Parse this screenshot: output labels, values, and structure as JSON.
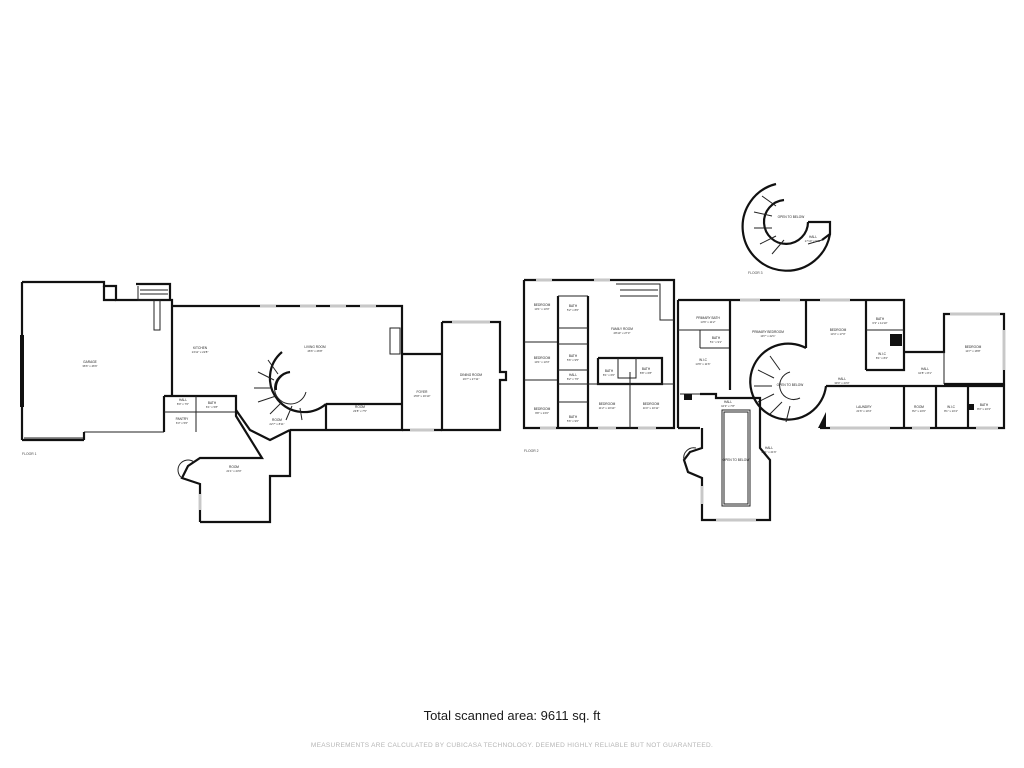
{
  "floors": [
    "FLOOR 1",
    "FLOOR 2",
    "FLOOR 3"
  ],
  "rooms": {
    "garage": {
      "name": "GARAGE",
      "dim": "36'6\" x 46'6\""
    },
    "kitchen": {
      "name": "KITCHEN",
      "dim": "13'11\" x 22'8\""
    },
    "living_room": {
      "name": "LIVING ROOM",
      "dim": "46'6\" x 26'8\""
    },
    "hall_f1": {
      "name": "HALL",
      "dim": "8'0\" x 7'0\""
    },
    "bath_f1": {
      "name": "BATH",
      "dim": "6'1\" x 5'8\""
    },
    "pantry": {
      "name": "PANTRY",
      "dim": "6'3\" x 5'6\""
    },
    "room_stair": {
      "name": "ROOM",
      "dim": "22'7\" x 8'11\""
    },
    "room_f1": {
      "name": "ROOM",
      "dim": "23'8\" x 7'5\""
    },
    "room_south": {
      "name": "ROOM",
      "dim": "21'1\" x 23'0\""
    },
    "foyer": {
      "name": "FOYER",
      "dim": "15'8\" x 16'10\""
    },
    "dining_room": {
      "name": "DINING ROOM",
      "dim": "16'7\" x 27'11\""
    },
    "bedroom_nw": {
      "name": "BEDROOM",
      "dim": "10'1\" x 13'0\""
    },
    "bath_nw": {
      "name": "BATH",
      "dim": "5'2\" x 8'6\""
    },
    "bedroom_w": {
      "name": "BEDROOM",
      "dim": "10'1\" x 13'3\""
    },
    "bath_w": {
      "name": "BATH",
      "dim": "5'6\" x 9'5\""
    },
    "hall_f2a": {
      "name": "HALL",
      "dim": "8'2\" x 7'6\""
    },
    "bedroom_sw": {
      "name": "BEDROOM",
      "dim": "9'8\" x 13'0\""
    },
    "bath_sw": {
      "name": "BATH",
      "dim": "5'6\" x 9'0\""
    },
    "family_room": {
      "name": "FAMILY ROOM",
      "dim": "28'10\" x 27'3\""
    },
    "bath_c1": {
      "name": "BATH",
      "dim": "8'1\" x 6'0\""
    },
    "bath_c2": {
      "name": "BATH",
      "dim": "8'8\" x 6'8\""
    },
    "bedroom_s1": {
      "name": "BEDROOM",
      "dim": "11'2\" x 10'10\""
    },
    "bedroom_s2": {
      "name": "BEDROOM",
      "dim": "11'0\" x 10'11\""
    },
    "primary_bath": {
      "name": "PRIMARY BATH",
      "dim": "13'6\" x 11'2\""
    },
    "bath_pb": {
      "name": "BATH",
      "dim": "5'1\" x 9'1\""
    },
    "wic_pb": {
      "name": "W.I.C",
      "dim": "13'6\" x 11'6\""
    },
    "primary_bedroom": {
      "name": "PRIMARY BEDROOM",
      "dim": "19'7\" x 22'1\""
    },
    "open_below_1": {
      "name": "OPEN TO BELOW",
      "dim": ""
    },
    "bedroom_ne": {
      "name": "BEDROOM",
      "dim": "13'4\" x 17'0\""
    },
    "bath_ne": {
      "name": "BATH",
      "dim": "6'3\" x 11'10\""
    },
    "wic_ne": {
      "name": "W.I.C",
      "dim": "8'1\" x 8'2\""
    },
    "bedroom_e": {
      "name": "BEDROOM",
      "dim": "14'7\" x 18'8\""
    },
    "hall_f2b": {
      "name": "HALL",
      "dim": "10'8\" x 8'1\""
    },
    "hall_f2c": {
      "name": "HALL",
      "dim": "39'0\" x 23'0\""
    },
    "hall_f2d": {
      "name": "HALL",
      "dim": "10'3\" x 7'8\""
    },
    "hall_f2e": {
      "name": "HALL",
      "dim": "27'1\" x 21'6\""
    },
    "open_below_2": {
      "name": "OPEN TO BELOW",
      "dim": ""
    },
    "laundry": {
      "name": "LAUNDRY",
      "dim": "21'6\" x 10'4\""
    },
    "room_f2": {
      "name": "ROOM",
      "dim": "8'2\" x 10'6\""
    },
    "wic_e": {
      "name": "W.I.C",
      "dim": "8'1\" x 10'4\""
    },
    "bath_e": {
      "name": "BATH",
      "dim": "8'3\" x 10'3\""
    },
    "open_below_3": {
      "name": "OPEN TO BELOW",
      "dim": ""
    },
    "hall_f3": {
      "name": "HALL",
      "dim": "17'10\" x 5'11\""
    }
  },
  "footer": {
    "total_label": "Total scanned area: 9611 sq. ft",
    "disclaimer": "MEASUREMENTS ARE CALCULATED BY CUBICASA TECHNOLOGY. DEEMED HIGHLY RELIABLE BUT NOT GUARANTEED."
  }
}
